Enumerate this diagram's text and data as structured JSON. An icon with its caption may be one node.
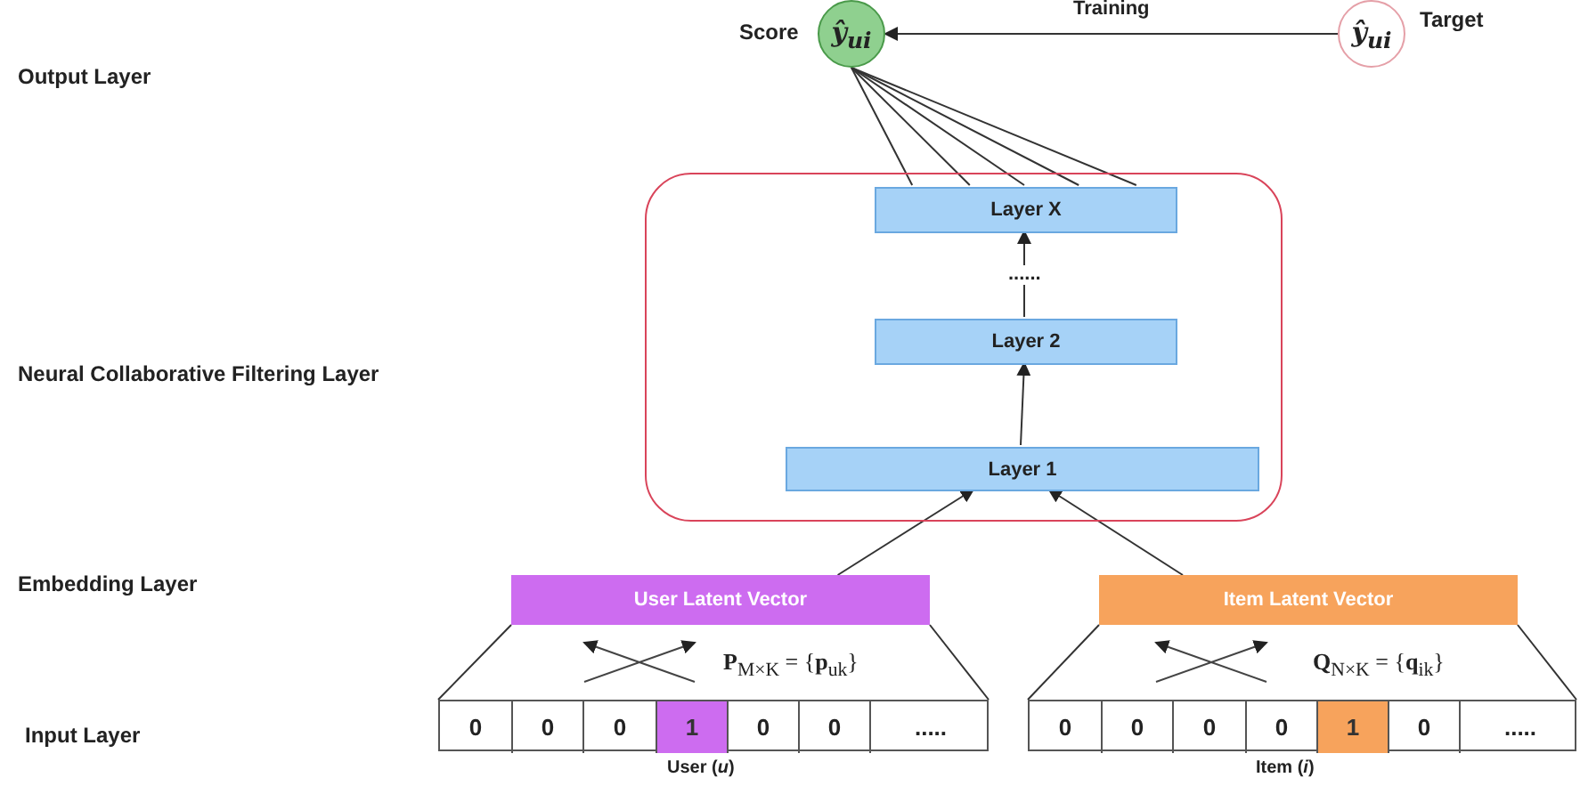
{
  "diagram": {
    "nodes": [
      {
        "text": [
          "ŷ$_{ui}$"
        ],
        "beside": [
          "Score"
        ]
      },
      {
        "text": [
          "ŷ$_{ui}$"
        ],
        "beside": [
          "Target"
        ]
      },
      {
        "text": [],
        "shape": "box"
      },
      {
        "text": [
          "Layer  X"
        ],
        "in": 2
      },
      {
        "text": [
          "Layer  2"
        ],
        "in": 2
      },
      {
        "text": [
          "Layer  1"
        ],
        "in": 2
      },
      {
        "text": [
          "User Latent Vector"
        ]
      },
      {
        "text": [
          "Item Latent Vector"
        ]
      },
      {
        "text": [],
        "shape": "bar",
        "beside": [
          "User  (*u*)"
        ]
      },
      {
        "text": [
          "0"
        ],
        "in": 8
      },
      {
        "text": [
          "0"
        ],
        "in": 8
      },
      {
        "text": [
          "0"
        ],
        "in": 8
      },
      {
        "text": [
          "1"
        ],
        "in": 8
      },
      {
        "text": [
          "0"
        ],
        "in": 8
      },
      {
        "text": [
          "0"
        ],
        "in": 8
      },
      {
        "text": [
          "....."
        ],
        "in": 8
      },
      {
        "text": [],
        "shape": "bar",
        "beside": [
          "Item  (*i*)"
        ]
      },
      {
        "text": [
          "0"
        ],
        "in": 16
      },
      {
        "text": [
          "0"
        ],
        "in": 16
      },
      {
        "text": [
          "0"
        ],
        "in": 16
      },
      {
        "text": [
          "0"
        ],
        "in": 16
      },
      {
        "text": [
          "1"
        ],
        "in": 16
      },
      {
        "text": [
          "0"
        ],
        "in": 16
      },
      {
        "text": [
          "....."
        ],
        "in": 16
      }
    ],
    "edges": [
      {
        "from": 1,
        "to": 0,
        "arrow": "to",
        "label": "Training"
      },
      {
        "from": 3,
        "to": 0,
        "arrow": "none"
      },
      {
        "from": 3,
        "to": 0,
        "arrow": "none"
      },
      {
        "from": 3,
        "to": 0,
        "arrow": "none"
      },
      {
        "from": 3,
        "to": 0,
        "arrow": "none"
      },
      {
        "from": 3,
        "to": 0,
        "arrow": "none"
      },
      {
        "from": 4,
        "to": 3,
        "arrow": "to",
        "label": "......"
      },
      {
        "from": 5,
        "to": 4,
        "arrow": "to"
      },
      {
        "from": 6,
        "to": 5,
        "arrow": "to"
      },
      {
        "from": 7,
        "to": 5,
        "arrow": "to"
      },
      {
        "from": 8,
        "to": 6,
        "arrow": "none"
      },
      {
        "from": 8,
        "to": 6,
        "arrow": "none"
      },
      {
        "from": 16,
        "to": 7,
        "arrow": "none"
      },
      {
        "from": 16,
        "to": 7,
        "arrow": "none"
      }
    ],
    "labels": [
      "Output Layer",
      "Neural Collaborative Filtering Layer",
      "Embedding Layer",
      "**P**$_{M×K}$ = {**p**$_{uk}$}",
      "**Q**$_{N×K}$ = {**q**$_{ik}$}",
      "Input Layer"
    ]
  }
}
